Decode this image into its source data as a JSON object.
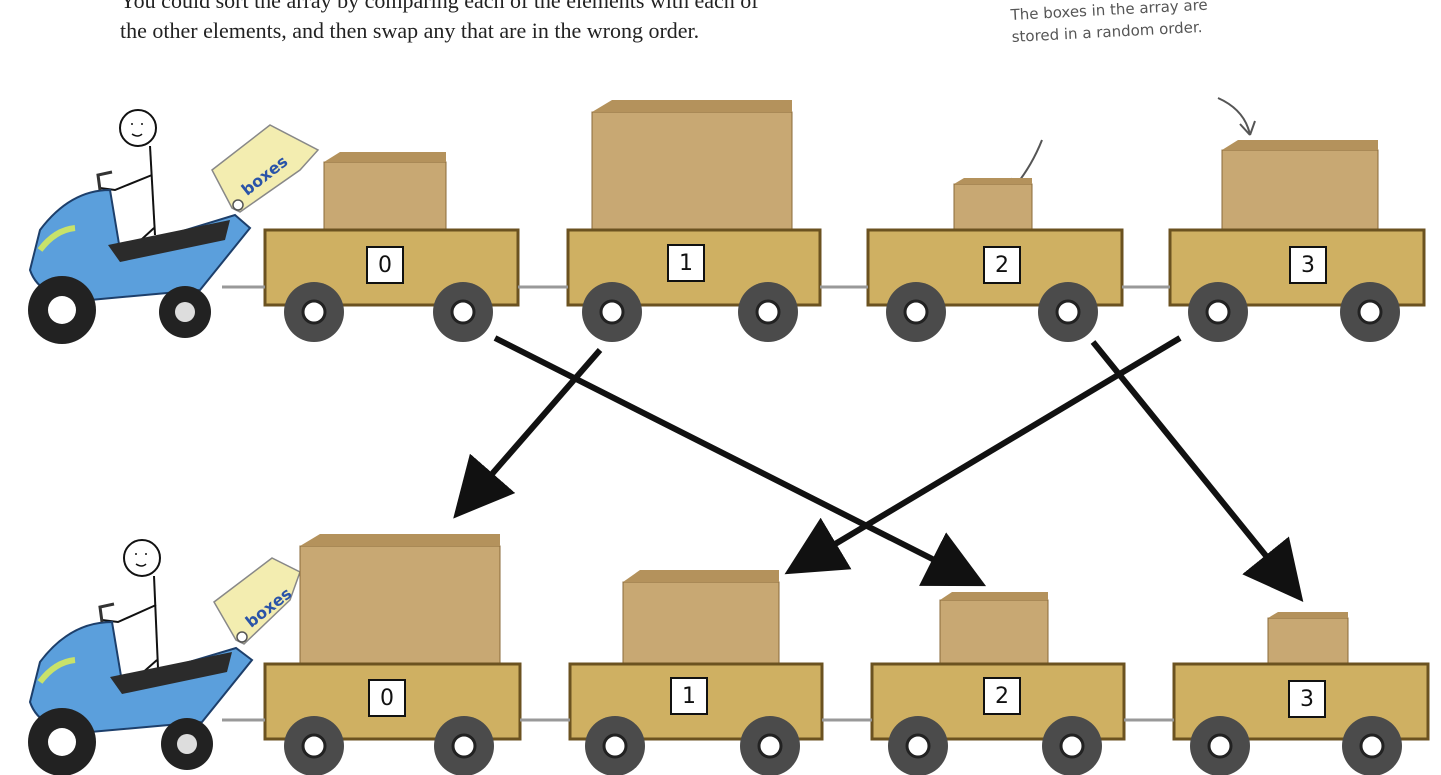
{
  "intro": {
    "line1": "You could sort the array by comparing each of the elements with each of",
    "line2": "the other elements, and then swap any that are in the wrong order."
  },
  "annotation": {
    "line1": "The boxes in the array are",
    "line2": "stored in a random order."
  },
  "tag_label": "boxes",
  "top_row": {
    "indices": [
      "0",
      "1",
      "2",
      "3"
    ]
  },
  "bottom_row": {
    "indices": [
      "0",
      "1",
      "2",
      "3"
    ]
  },
  "colors": {
    "wagon": "#cfb062",
    "wagon_dark": "#8a6a2a",
    "box": "#c8a873",
    "box_side": "#a98656",
    "scooter": "#5b9fdc",
    "wheel": "#4b4b4b",
    "arrow": "#111111"
  }
}
